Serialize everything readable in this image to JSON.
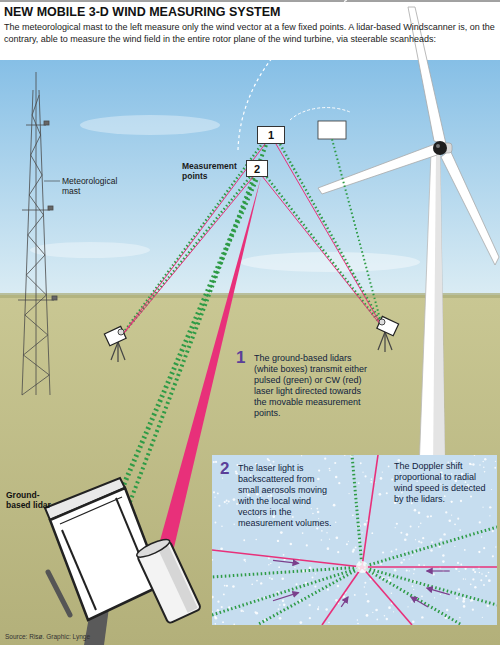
{
  "diagram": {
    "title": "NEW MOBILE 3-D WIND MEASURING SYSTEM",
    "nodes": [
      {
        "text": [
          "1"
        ]
      },
      {
        "text": [
          "2"
        ]
      },
      {
        "text": [
          "2",
          "The laser light is backscattered from small aerosols moving with the local wind vectors in the measurement volumes.",
          "The Doppler shift proportional to radial wind speed is detected by the lidars."
        ]
      }
    ],
    "labels": [
      "The meteorological mast to the left measure only the wind vector at a few fixed points. A lidar-based Windscanner is, on the contrary, able to measure the wind field in the entire rotor plane of the wind turbine, via steerable scanheads:",
      "Meteorological mast",
      "Measurement points",
      "1",
      "The ground-based lidars (white boxes) transmit either pulsed (green) or CW (red) laser light directed towards the movable measurement points.",
      "Ground-based lidar",
      "Source: Risø. Graphic: Lynge"
    ]
  }
}
